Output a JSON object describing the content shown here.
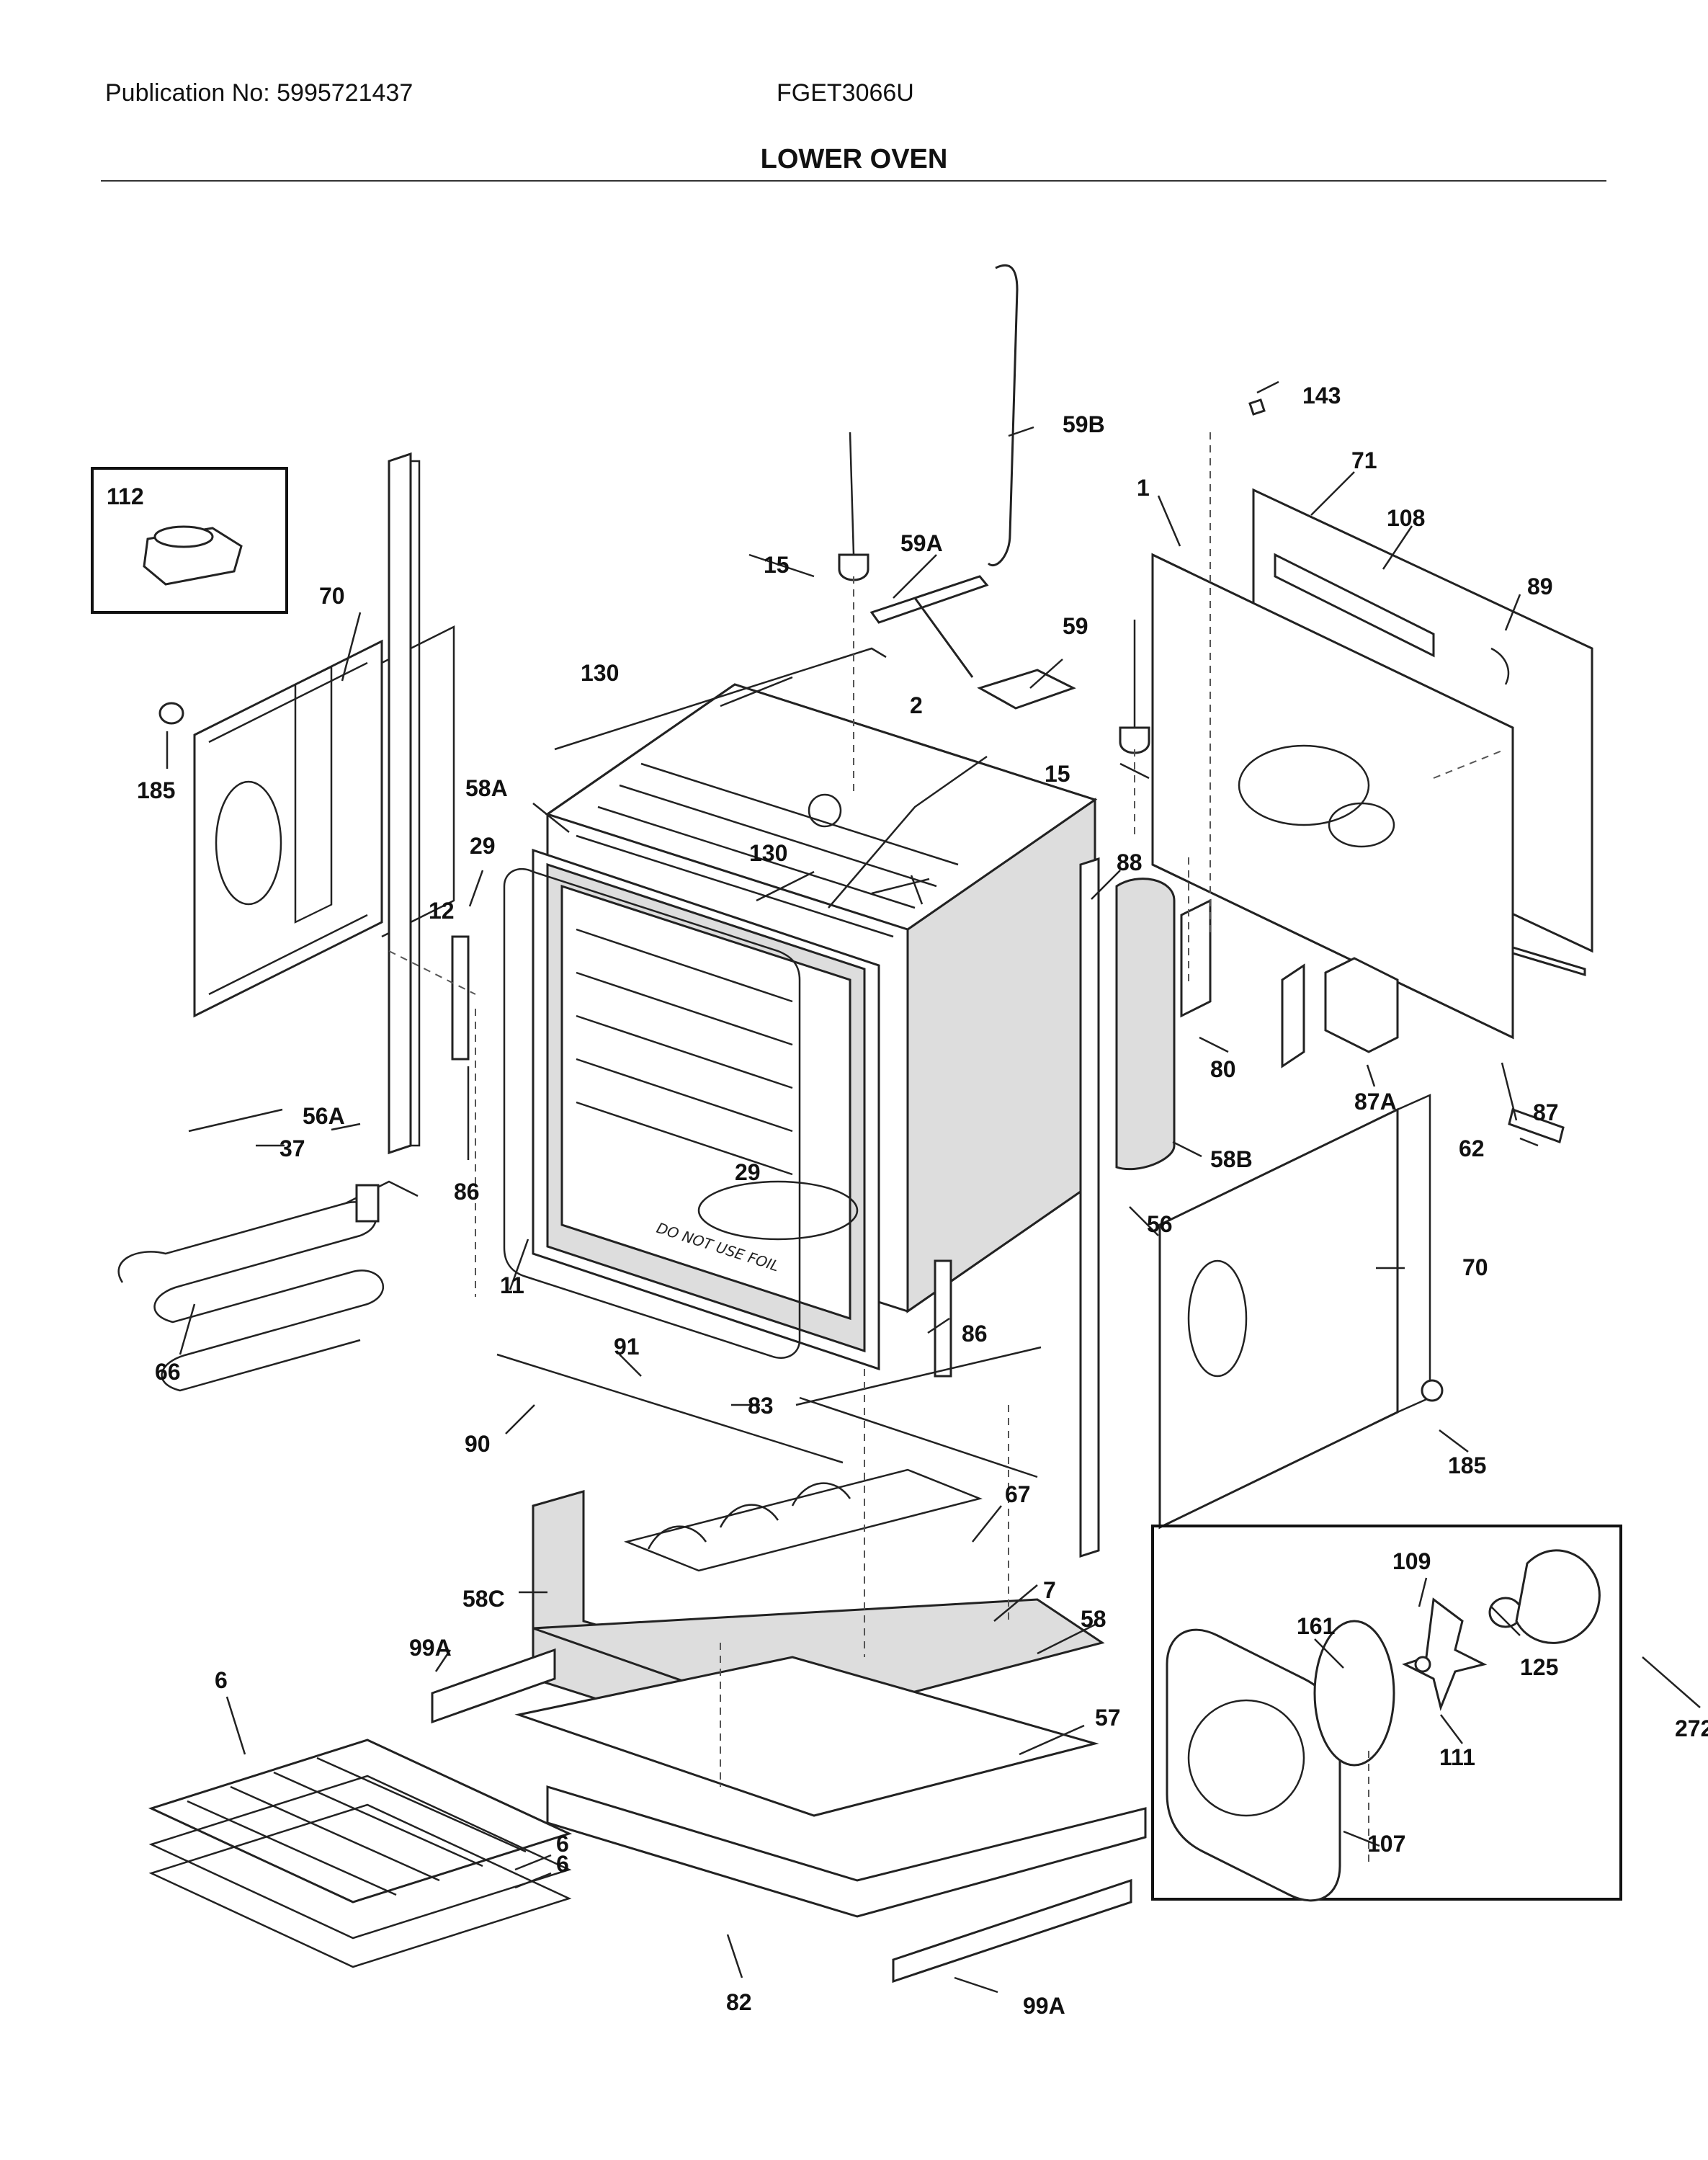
{
  "header": {
    "publication": "Publication No: 5995721437",
    "model": "FGET3066U",
    "section_title": "LOWER OVEN"
  },
  "callouts": {
    "c112": "112",
    "c70a": "70",
    "c185a": "185",
    "c56a": "56A",
    "c37": "37",
    "c66": "66",
    "c86a": "86",
    "c11": "11",
    "c29a": "29",
    "c12": "12",
    "c58a": "58A",
    "c130a": "130",
    "c15a": "15",
    "c59a": "59A",
    "c59b": "59B",
    "c59": "59",
    "c2": "2",
    "c130b": "130",
    "c29b": "29",
    "c15b": "15",
    "c1": "1",
    "c143": "143",
    "c71": "71",
    "c108": "108",
    "c89": "89",
    "c88": "88",
    "c80": "80",
    "c87a": "87A",
    "c87": "87",
    "c62": "62",
    "c58b": "58B",
    "c56": "56",
    "c70b": "70",
    "c185b": "185",
    "c86b": "86",
    "c83": "83",
    "c91": "91",
    "c90": "90",
    "c67": "67",
    "c7": "7",
    "c58c": "58C",
    "c99a1": "99A",
    "c58": "58",
    "c57": "57",
    "c6a": "6",
    "c6b": "6",
    "c6c": "6",
    "c82": "82",
    "c99a2": "99A",
    "c109": "109",
    "c161": "161",
    "c125": "125",
    "c272": "272",
    "c111": "111",
    "c107": "107"
  },
  "stamps": {
    "foil_warning": "DO NOT USE FOIL"
  }
}
